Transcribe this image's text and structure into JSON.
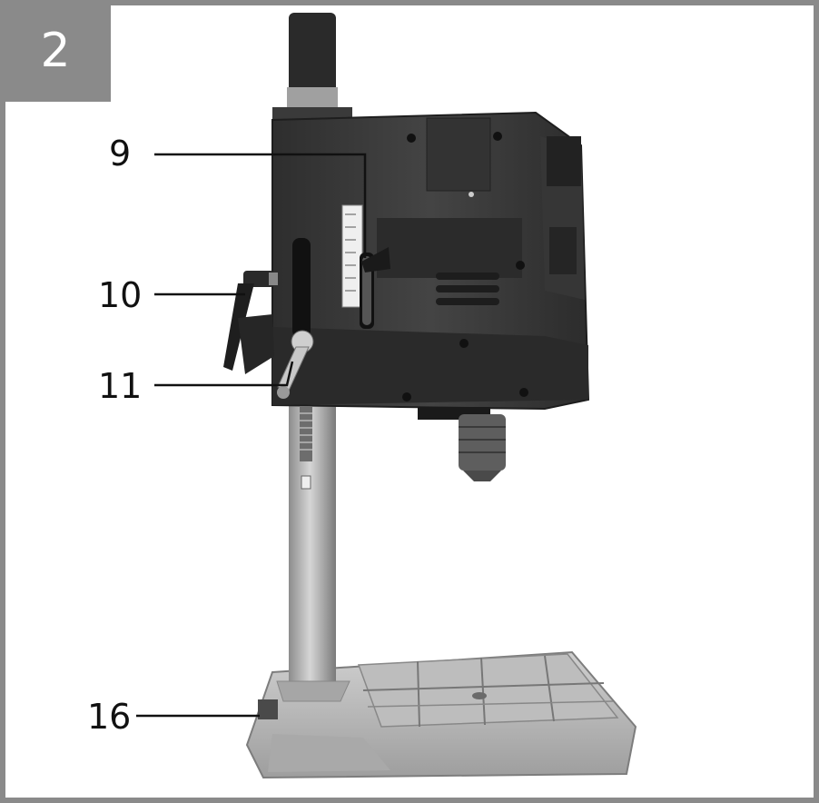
{
  "figure": {
    "number": "2"
  },
  "callouts": [
    {
      "id": "9",
      "label": "9"
    },
    {
      "id": "10",
      "label": "10"
    },
    {
      "id": "11",
      "label": "11"
    },
    {
      "id": "16",
      "label": "16"
    }
  ],
  "colors": {
    "frame": "#8a8a8a",
    "body": "#3a3a3a",
    "body_dark": "#2a2a2a",
    "metal": "#b8b8b8",
    "line": "#111111"
  }
}
